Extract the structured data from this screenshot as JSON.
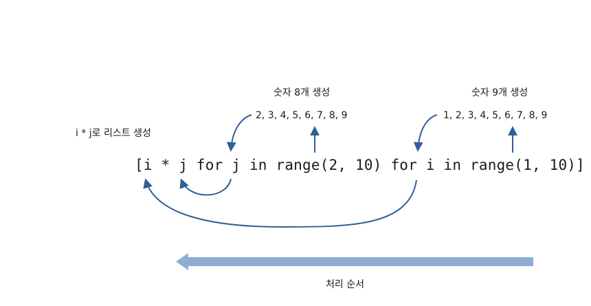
{
  "labels": {
    "gen8_title": "숫자 8개 생성",
    "gen8_values": "2, 3, 4, 5, 6, 7, 8, 9",
    "gen9_title": "숫자 9개 생성",
    "gen9_values": "1, 2, 3, 4, 5, 6, 7, 8, 9",
    "list_label": "i * j로 리스트 생성",
    "code": "[i * j for j in range(2, 10) for i in range(1, 10)]",
    "order_label": "처리 순서"
  },
  "colors": {
    "curve": "#2f5f96",
    "process_arrow": "#8eadd3",
    "text": "#1a1a1a"
  }
}
